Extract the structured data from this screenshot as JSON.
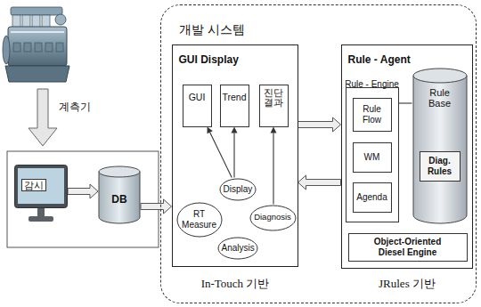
{
  "diagram": {
    "nodes": [
      {
        "text": [
          "감시"
        ]
      },
      {
        "text": [
          "DB"
        ]
      },
      {
        "text": [
          "개발 시스템"
        ]
      },
      {
        "text": [
          "GUI Display"
        ],
        "in": 2
      },
      {
        "text": [
          "GUI"
        ],
        "in": 3
      },
      {
        "text": [
          "Trend"
        ],
        "in": 3
      },
      {
        "text": [
          "진단 결과"
        ],
        "in": 3
      },
      {
        "text": [
          "Display"
        ],
        "in": 3
      },
      {
        "text": [
          "RT Measure"
        ],
        "in": 3
      },
      {
        "text": [
          "Diagnosis"
        ],
        "in": 3
      },
      {
        "text": [
          "Analysis"
        ],
        "in": 3
      },
      {
        "text": [
          "Rule - Agent"
        ],
        "in": 2
      },
      {
        "text": [
          "Rule - Engine"
        ],
        "in": 11
      },
      {
        "text": [
          "Rule Flow"
        ],
        "in": 12
      },
      {
        "text": [
          "WM"
        ],
        "in": 12
      },
      {
        "text": [
          "Agenda"
        ],
        "in": 12
      },
      {
        "text": [
          "Rule Base"
        ],
        "in": 11
      },
      {
        "text": [
          "Diag. Rules"
        ],
        "in": 16
      },
      {
        "text": [
          "Object-Oriented Diesel Engine"
        ],
        "in": 11
      }
    ],
    "edges": [
      {
        "from": 0,
        "to": 1,
        "arrow": "to"
      },
      {
        "from": 1,
        "to": 3,
        "arrow": "to"
      },
      {
        "from": 3,
        "to": 11,
        "arrow": "to"
      },
      {
        "from": 11,
        "to": 3,
        "arrow": "to"
      },
      {
        "from": 7,
        "to": 4,
        "arrow": "to"
      },
      {
        "from": 7,
        "to": 5,
        "arrow": "to"
      },
      {
        "from": 9,
        "to": 6,
        "arrow": "to"
      },
      {
        "from": 12,
        "to": 16,
        "arrow": "none"
      }
    ],
    "labels": [
      "계측기",
      "In-Touch 기반",
      "JRules 기반"
    ]
  }
}
